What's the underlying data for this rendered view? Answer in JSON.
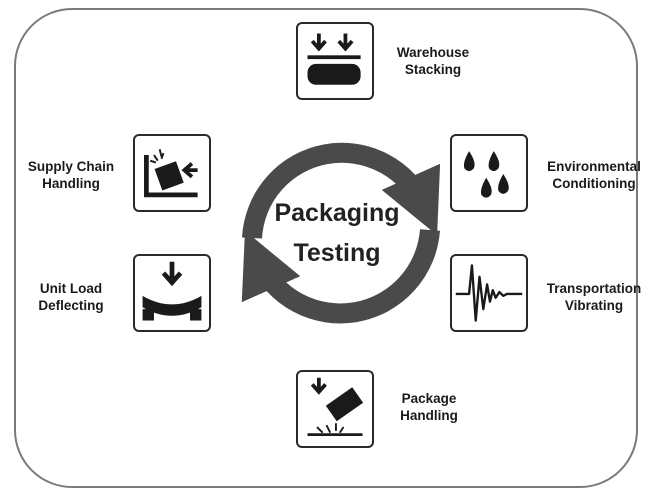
{
  "center": {
    "line1": "Packaging",
    "line2": "Testing"
  },
  "items": {
    "warehouse": {
      "line1": "Warehouse",
      "line2": "Stacking"
    },
    "environmental": {
      "line1": "Environmental",
      "line2": "Conditioning"
    },
    "transportation": {
      "line1": "Transportation",
      "line2": "Vibrating"
    },
    "package": {
      "line1": "Package",
      "line2": "Handling"
    },
    "unit_load": {
      "line1": "Unit Load",
      "line2": "Deflecting"
    },
    "supply_chain": {
      "line1": "Supply Chain",
      "line2": "Handling"
    }
  },
  "icons": {
    "warehouse": "warehouse-stacking-icon",
    "environmental": "water-drops-icon",
    "transportation": "vibration-waveform-icon",
    "package": "package-drop-icon",
    "unit_load": "load-deflection-icon",
    "supply_chain": "supply-chain-impact-icon"
  },
  "colors": {
    "icon_dark": "#1a1a1a",
    "cycle_arrow": "#4a4a4a",
    "frame": "#7a7a7a"
  }
}
